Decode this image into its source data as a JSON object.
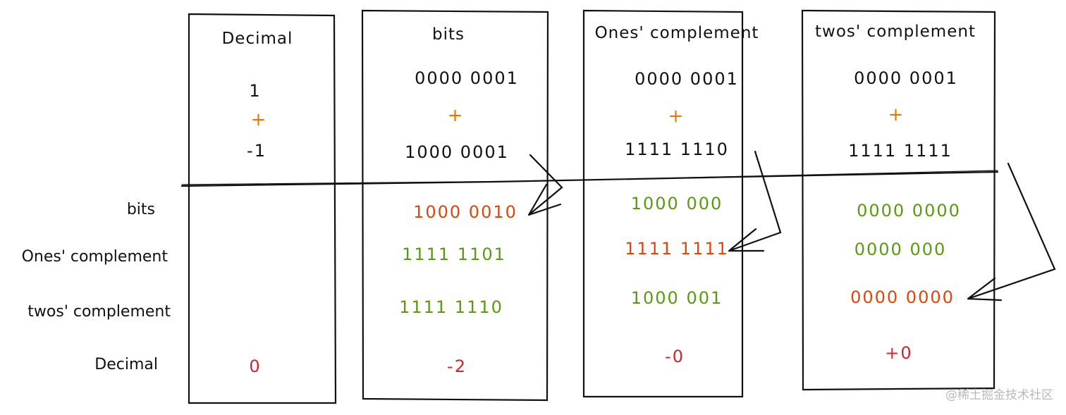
{
  "row_labels": [
    "bits",
    "Ones' complement",
    "twos' complement",
    "Decimal"
  ],
  "columns": [
    {
      "header": "Decimal",
      "top": {
        "a": "1",
        "op": "+",
        "b": "-1"
      },
      "bottom": {
        "bits": "",
        "ones": "",
        "twos": "",
        "decimal": "0"
      }
    },
    {
      "header": "bits",
      "top": {
        "a": "0000 0001",
        "op": "+",
        "b": "1000 0001"
      },
      "bottom": {
        "bits": "1000 0010",
        "ones": "1111 1101",
        "twos": "1111 1110",
        "decimal": "-2"
      }
    },
    {
      "header": "Ones' complement",
      "top": {
        "a": "0000 0001",
        "op": "+",
        "b": "1111 1110"
      },
      "bottom": {
        "bits": "1000 000",
        "ones": "1111 1111",
        "twos": "1000 001",
        "decimal": "-0"
      }
    },
    {
      "header": "twos' complement",
      "top": {
        "a": "0000 0001",
        "op": "+",
        "b": "1111 1111"
      },
      "bottom": {
        "bits": "0000 0000",
        "ones": "0000 000",
        "twos": "0000 0000",
        "decimal": "+0"
      }
    }
  ],
  "colors": {
    "operand": "#111111",
    "plus": "#e07b00",
    "derived": "#5a9a12",
    "result_bits": "#d9480f",
    "decimal_result": "#d1242f"
  },
  "watermark": "@稀土掘金技术社区"
}
